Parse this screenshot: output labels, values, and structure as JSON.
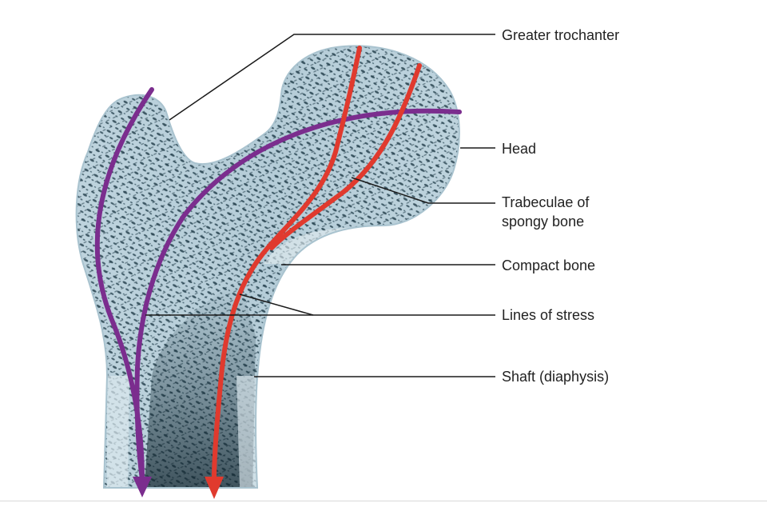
{
  "labels": {
    "greater_trochanter": "Greater trochanter",
    "head": "Head",
    "trabeculae_line1": "Trabeculae of",
    "trabeculae_line2": "spongy bone",
    "compact_bone": "Compact bone",
    "lines_of_stress": "Lines of stress",
    "shaft": "Shaft (diaphysis)"
  },
  "colors": {
    "bone_light": "#c9dde6",
    "bone_dark": "#1f3a47",
    "stress_purple": "#7b2d8e",
    "stress_red": "#e03a2e",
    "leader_line": "#1a1a1a"
  }
}
